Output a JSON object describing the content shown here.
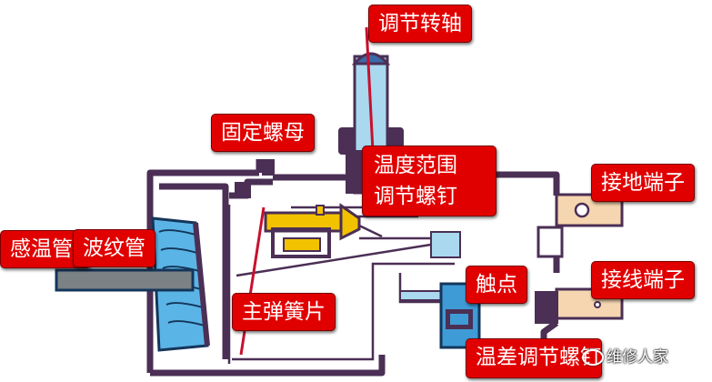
{
  "labels": {
    "shaft": "调节转轴",
    "nut": "固定螺母",
    "range_screw_line1": "温度范围",
    "range_screw_line2": "调节螺钉",
    "ground_terminal": "接地端子",
    "sensor_tube": "感温管",
    "bellows": "波纹管",
    "contact": "触点",
    "wire_terminal": "接线端子",
    "main_spring": "主弹簧片",
    "diff_screw": "温差调节螺钉"
  },
  "watermark": "维修人家",
  "colors": {
    "label_bg": "#e10000",
    "housing": "#4b2f55",
    "shaft_blue": "#a9d8ef",
    "bellows_blue": "#5bb4e6",
    "spring_yellow": "#f2c200",
    "pointer_red": "#c8102e",
    "terminal_tan": "#f5d6b0",
    "gray_plate": "#7b8285"
  }
}
